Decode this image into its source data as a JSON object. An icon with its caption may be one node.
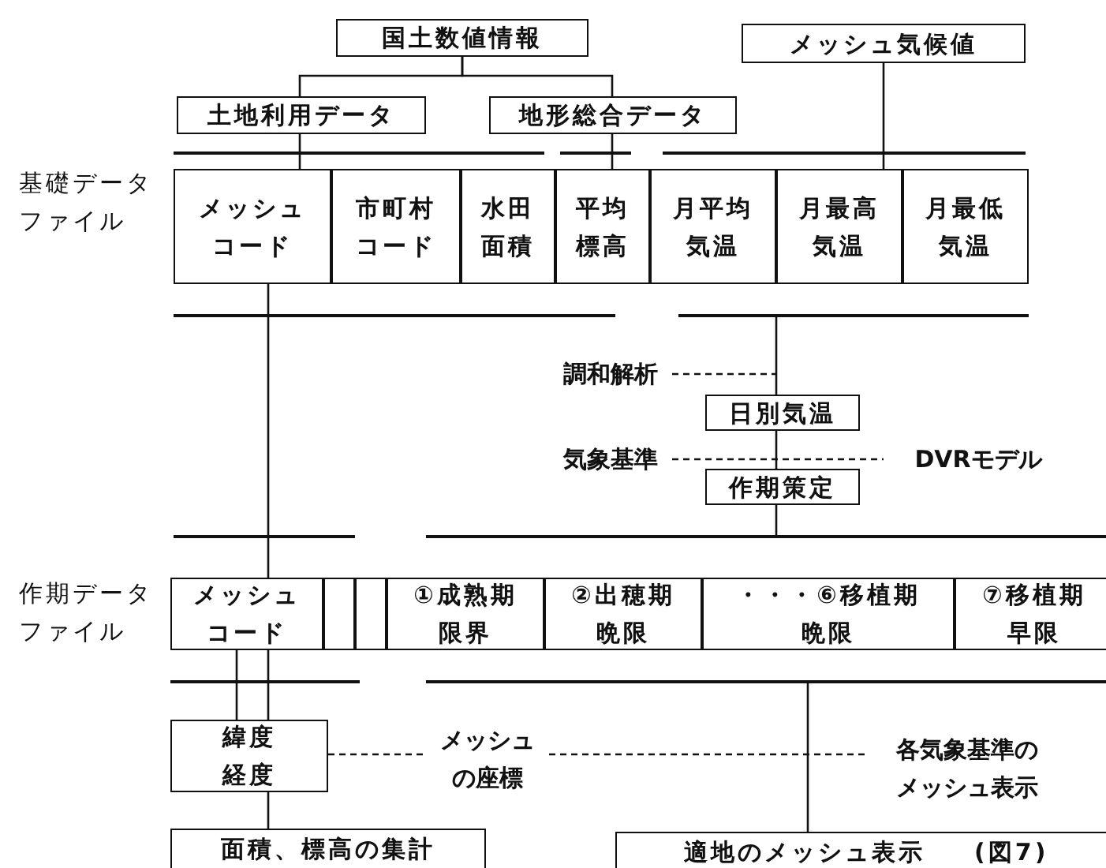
{
  "diagram": {
    "nodes": [
      {
        "text": [
          "国土数値情報"
        ]
      },
      {
        "text": [
          "メッシュ気候値"
        ]
      },
      {
        "text": [
          "土地利用データ"
        ]
      },
      {
        "text": [
          "地形総合データ"
        ]
      },
      {
        "text": [
          "メッシュコード"
        ]
      },
      {
        "text": [
          "市町村コード"
        ]
      },
      {
        "text": [
          "水田面積"
        ]
      },
      {
        "text": [
          "平均標高"
        ]
      },
      {
        "text": [
          "月平均気温"
        ]
      },
      {
        "text": [
          "月最高気温"
        ]
      },
      {
        "text": [
          "月最低気温"
        ]
      },
      {
        "text": [
          "調和解析"
        ]
      },
      {
        "text": [
          "日別気温"
        ]
      },
      {
        "text": [
          "気象基準"
        ]
      },
      {
        "text": [
          "DVRモデル"
        ]
      },
      {
        "text": [
          "作期策定"
        ]
      },
      {
        "text": [
          "メッシュコード"
        ]
      },
      {
        "text": [],
        "shape": "box"
      },
      {
        "text": [],
        "shape": "box"
      },
      {
        "text": [
          "①成熟期限界"
        ]
      },
      {
        "text": [
          "②出穂期晩限"
        ]
      },
      {
        "text": [
          "・・・⑥移植期晩限"
        ]
      },
      {
        "text": [
          "⑦移植期早限"
        ]
      },
      {
        "text": [
          "緯度経度"
        ]
      },
      {
        "text": [
          "メッシュの座標"
        ]
      },
      {
        "text": [
          "各気象基準のメッシュ表示"
        ]
      },
      {
        "text": [
          "面積、標高の集計"
        ]
      },
      {
        "text": [
          "適地のメッシュ表示 (図7)"
        ]
      }
    ],
    "edges": [
      {
        "from": 0,
        "to": 2,
        "arrow": "none"
      },
      {
        "from": 0,
        "to": 3,
        "arrow": "none"
      },
      {
        "from": 2,
        "to": 4,
        "arrow": "none"
      },
      {
        "from": 3,
        "to": 7,
        "arrow": "none"
      },
      {
        "from": 1,
        "to": 9,
        "arrow": "none"
      },
      {
        "from": 4,
        "to": 16,
        "arrow": "none"
      },
      {
        "from": null,
        "to": 12,
        "arrow": "none"
      },
      {
        "from": 11,
        "to": null,
        "arrow": "none",
        "style": "dashed"
      },
      {
        "from": 12,
        "to": 15,
        "arrow": "none"
      },
      {
        "from": 13,
        "to": 14,
        "arrow": "none",
        "style": "dashed"
      },
      {
        "from": 15,
        "to": null,
        "arrow": "none"
      },
      {
        "from": 16,
        "to": 23,
        "arrow": "none"
      },
      {
        "from": 16,
        "to": 23,
        "arrow": "none"
      },
      {
        "from": 23,
        "to": 26,
        "arrow": "none"
      },
      {
        "from": 23,
        "to": 24,
        "arrow": "none",
        "style": "dashed"
      },
      {
        "from": 24,
        "to": 25,
        "arrow": "none",
        "style": "dashed"
      },
      {
        "from": null,
        "to": 27,
        "arrow": "none"
      }
    ],
    "labels": [
      "基礎データファイル",
      "作期データファイル"
    ]
  }
}
